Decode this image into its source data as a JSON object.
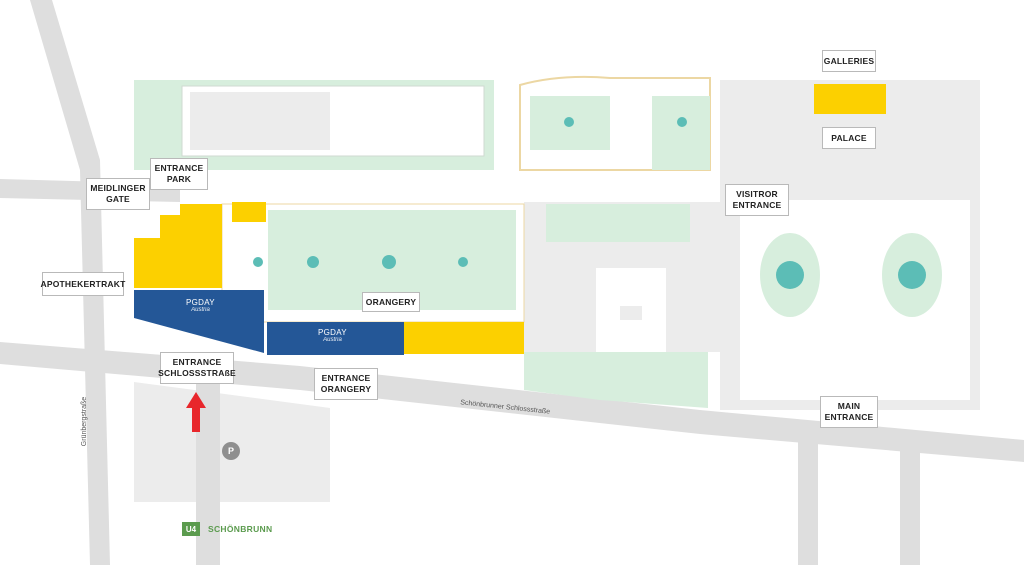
{
  "colors": {
    "road": "#dedede",
    "block": "#ececec",
    "garden": "#d7eedd",
    "accent_yellow": "#fcd000",
    "venue_blue": "#245797",
    "fountain": "#5cbdb6",
    "ubahn_green": "#5b9b4e",
    "arrow_red": "#e8262b"
  },
  "labels": {
    "galleries": "GALLERIES",
    "palace": "PALACE",
    "visitor_entrance": "VISITROR\nENTRANCE",
    "entrance_park": "ENTRANCE\nPARK",
    "meidlinger_gate": "MEIDLINGER\nGATE",
    "apothekertrakt": "APOTHEKERTRAKT",
    "orangery": "ORANGERY",
    "entrance_schlossstrasse": "ENTRANCE\nSCHLOSSSTRAßE",
    "entrance_orangery": "ENTRANCE\nORANGERY",
    "main_entrance": "MAIN\nENTRANCE"
  },
  "streets": {
    "schoenbrunner": "Schönbrunner Schlossstraße",
    "gruenberg": "Grünbergstraße"
  },
  "transit": {
    "line": "U4",
    "station": "SCHÖNBRUNN"
  },
  "parking": "P",
  "venue": {
    "title": "PGDAY",
    "subtitle": "Austria"
  },
  "icons": {
    "arrow": "arrow-up-icon",
    "parking": "parking-icon",
    "logo": "mountain-logo-icon"
  }
}
